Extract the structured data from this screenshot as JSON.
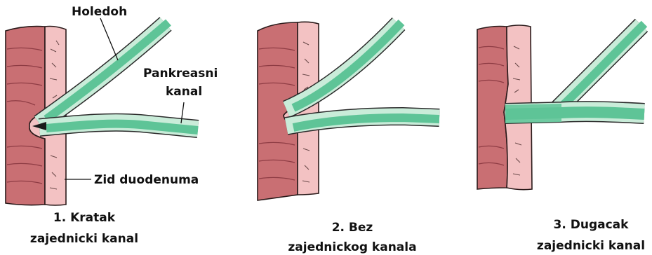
{
  "labels": {
    "bile_duct": "Holedoh",
    "pancreatic_duct_line1": "Pankreasni",
    "pancreatic_duct_line2": "kanal",
    "duodenal_wall": "Zid duodenuma"
  },
  "panels": [
    {
      "caption_line1": "1. Kratak",
      "caption_line2": "zajednicki kanal"
    },
    {
      "caption_line1": "2. Bez",
      "caption_line2": "zajednickog kanala"
    },
    {
      "caption_line1": "3. Dugacak",
      "caption_line2": "zajednicki kanal"
    }
  ],
  "colors": {
    "muscle": "#c96f73",
    "wall": "#f3c2c3",
    "duct": "#5ec497",
    "duct_lining": "#c9ecd9"
  }
}
